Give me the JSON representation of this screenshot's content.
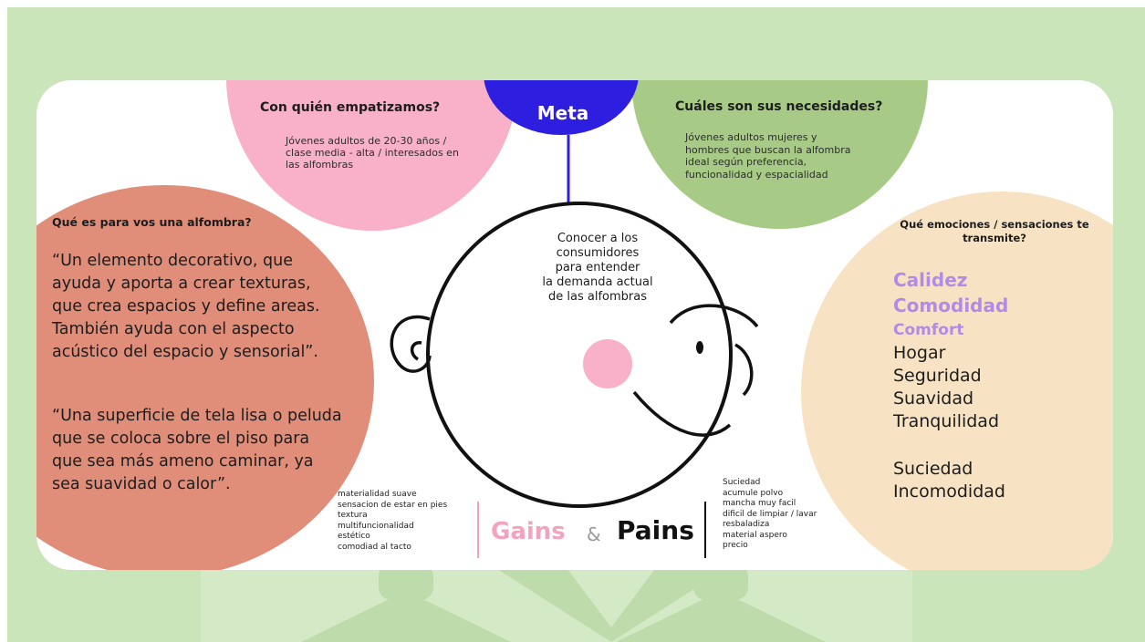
{
  "empathy": {
    "title": "Con quién empatizamos?",
    "lines": [
      "Jóvenes adultos de 20-30 años /",
      "clase media - alta / interesados en",
      "las alfombras"
    ]
  },
  "meta": {
    "title": "Meta"
  },
  "needs": {
    "title": "Cuáles son sus necesidades?",
    "lines": [
      "Jóvenes adultos mujeres y",
      "hombres que buscan la alfombra",
      "ideal según preferencia,",
      "funcionalidad y espacialidad"
    ]
  },
  "rug": {
    "title": "Qué es para vos una alfombra?",
    "quote1": "“Un elemento decorativo, que ayuda y aporta a crear texturas, que crea espacios y define areas. También ayuda con el aspecto acústico del espacio y sensorial”.",
    "quote2": "“Una superficie de tela lisa o peluda que se coloca sobre el piso para que sea más ameno caminar, ya sea suavidad o calor”."
  },
  "center": {
    "lines": [
      "Conocer a los",
      "consumidores",
      "para entender",
      "la demanda actual",
      "de las alfombras"
    ]
  },
  "emotions": {
    "title": "Qué emociones / sensaciones te transmite?",
    "items": [
      "Calidez",
      "Comodidad",
      "Comfort",
      "Hogar",
      "Seguridad",
      "Suavidad",
      "Tranquilidad",
      "",
      "Suciedad",
      "Incomodidad"
    ],
    "accent_color": "#b18be8"
  },
  "gains_pains": {
    "gains_label": "Gains",
    "amp": "&",
    "pains_label": "Pains",
    "gains": [
      "materialidad suave",
      "sensacion de estar en pies",
      "textura",
      "multifuncionalidad",
      "estético",
      "comodiad al tacto"
    ],
    "pains": [
      "Suciedad",
      "acumule polvo",
      "mancha muy facil",
      "dificil de limpiar / lavar",
      "resbaladiza",
      "material aspero",
      "precio"
    ]
  }
}
